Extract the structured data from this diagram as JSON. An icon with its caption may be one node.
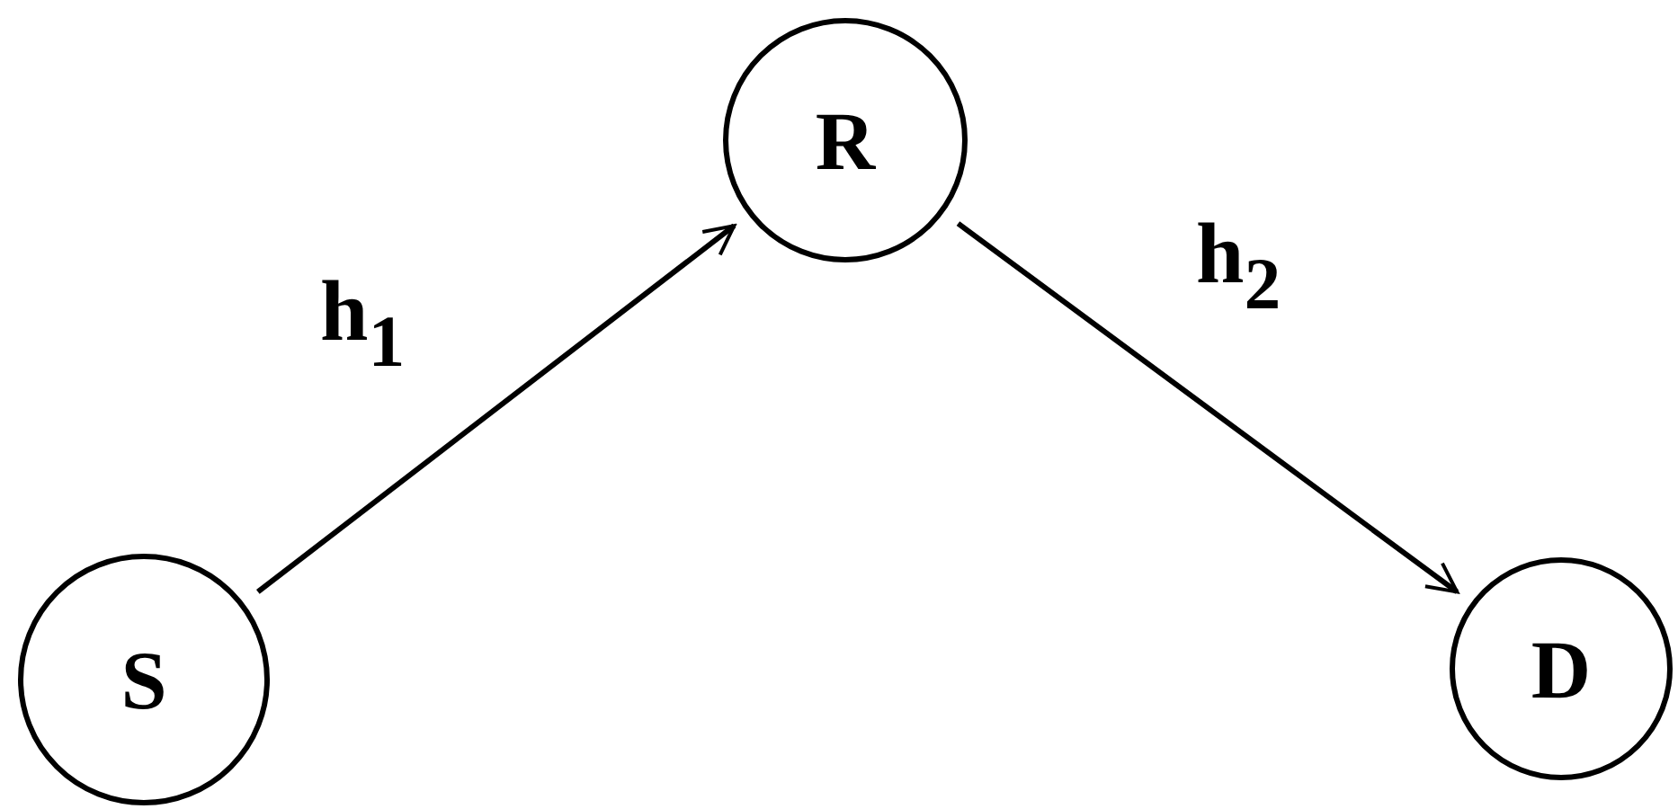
{
  "diagram": {
    "nodes": [
      {
        "text": [
          "S"
        ]
      },
      {
        "text": [
          "R"
        ]
      },
      {
        "text": [
          "D"
        ]
      }
    ],
    "edges": [
      {
        "from": 0,
        "to": 1,
        "arrow": "to",
        "label": "h$_{1}$"
      },
      {
        "from": 1,
        "to": 2,
        "arrow": "to",
        "label": "h$_{2}$"
      }
    ]
  }
}
